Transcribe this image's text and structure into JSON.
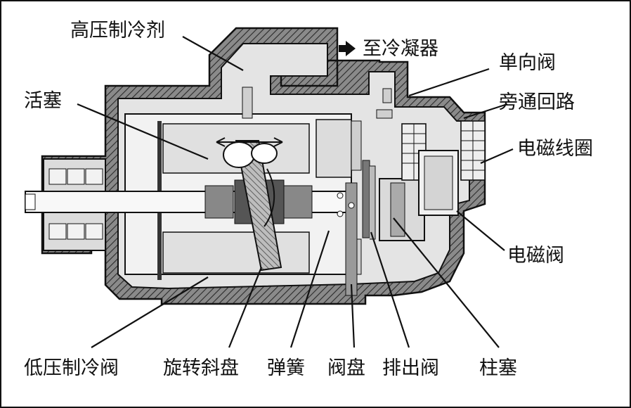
{
  "diagram": {
    "labels": {
      "high_pressure_refrigerant": "高压制冷剂",
      "to_condenser": "至冷凝器",
      "check_valve": "单向阀",
      "bypass_circuit": "旁通回路",
      "solenoid_coil": "电磁线圈",
      "piston": "活塞",
      "solenoid_valve": "电磁阀",
      "low_pressure_refrigerant_valve": "低压制冷阀",
      "rotating_swashplate": "旋转斜盘",
      "spring": "弹簧",
      "valve_plate": "阀盘",
      "discharge_valve": "排出阀",
      "plunger": "柱塞"
    }
  }
}
